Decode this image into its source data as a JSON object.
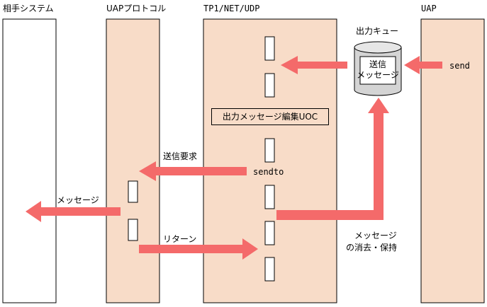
{
  "lanes": {
    "partner": "相手システム",
    "uap_protocol": "UAPプロトコル",
    "tp1": "TP1/NET/UDP",
    "uap": "UAP"
  },
  "queue": {
    "title": "出力キュー",
    "body_line1": "送信",
    "body_line2": "メッセージ"
  },
  "uoc": "出力メッセージ編集UOC",
  "calls": {
    "send": "send",
    "sendto": "sendto"
  },
  "labels": {
    "send_request": "送信要求",
    "message": "メッセージ",
    "return": "リターン",
    "discard_line1": "メッセージ",
    "discard_line2": "の消去・保持"
  },
  "colors": {
    "lane_fill": "#f8dcc8",
    "arrow": "#f46a6a",
    "queue_fill": "#d4d4d4"
  }
}
